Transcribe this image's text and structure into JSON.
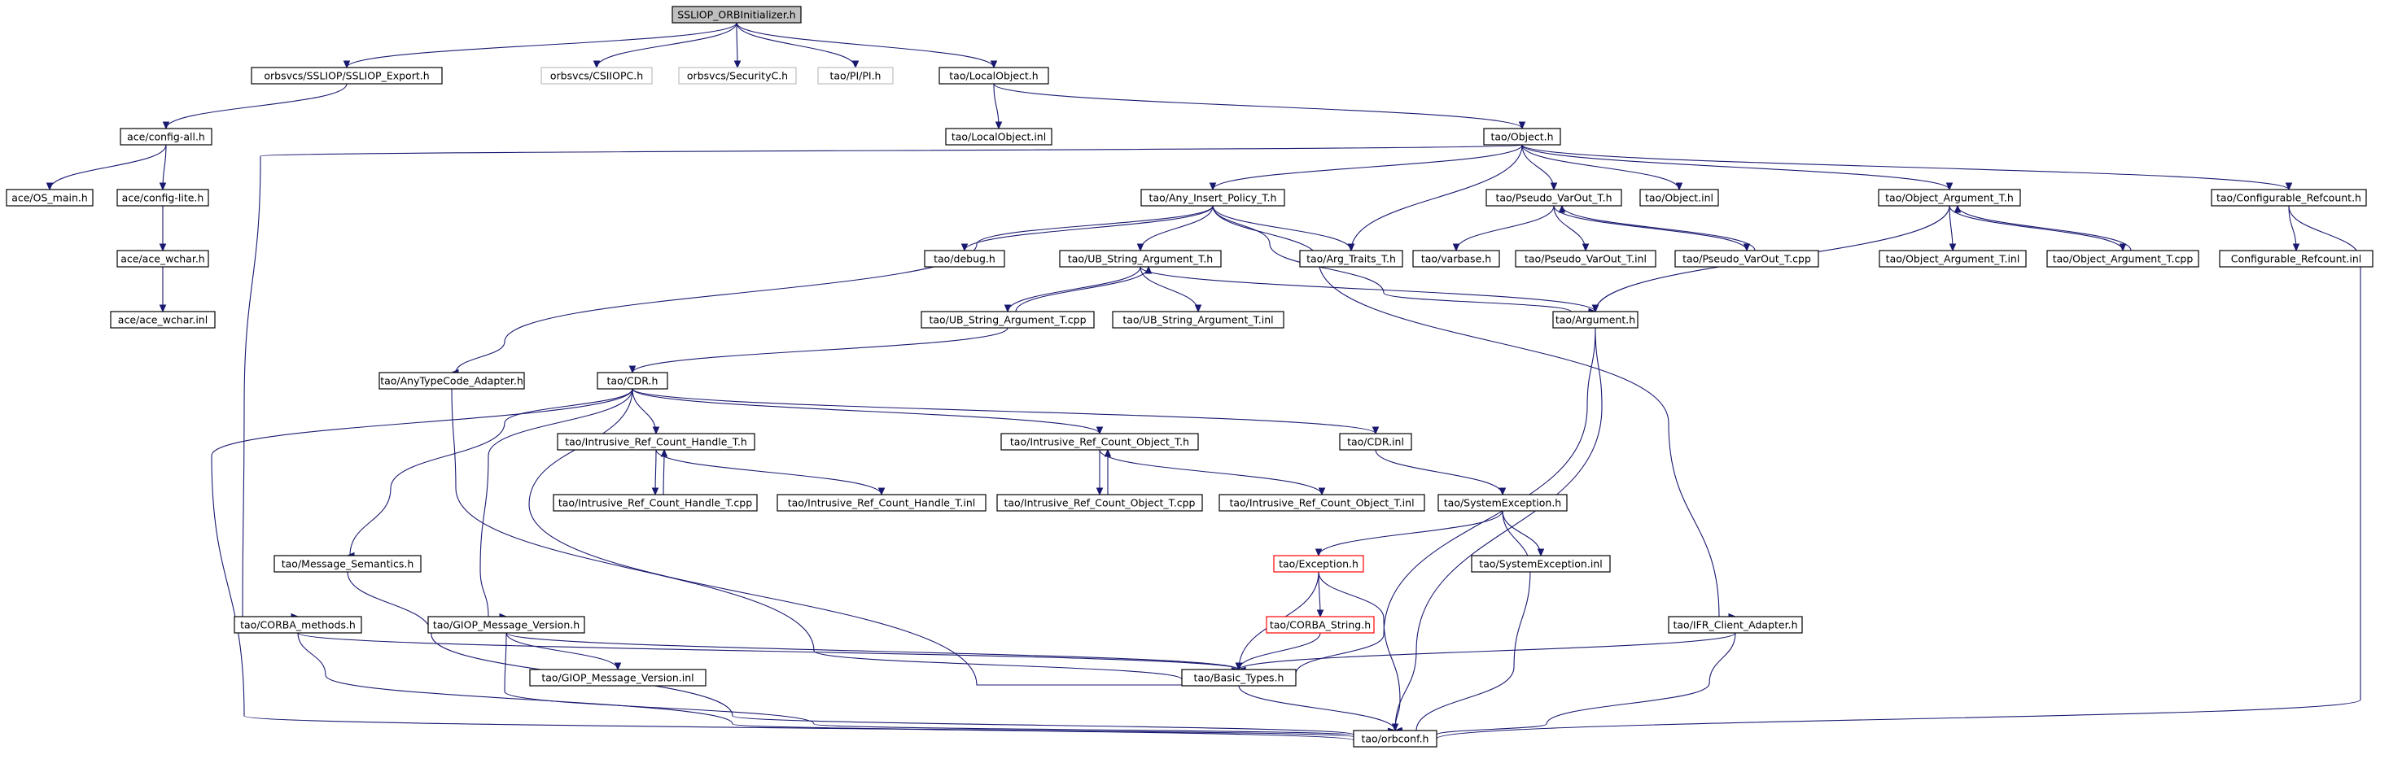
{
  "colors": {
    "edge": "#191970",
    "normal_border": "#000000",
    "missing_border": "#bfbfbf",
    "truncated_border": "#ff0000",
    "root_fill": "#bfbfbf",
    "fill": "#ffffff"
  },
  "nodes": [
    {
      "id": "root",
      "label": "SSLIOP_ORBInitializer.h",
      "kind": "root"
    },
    {
      "id": "ssliop_export",
      "label": "orbsvcs/SSLIOP/SSLIOP_Export.h",
      "kind": "normal"
    },
    {
      "id": "csiiopc",
      "label": "orbsvcs/CSIIOPC.h",
      "kind": "missing"
    },
    {
      "id": "securityc",
      "label": "orbsvcs/SecurityC.h",
      "kind": "missing"
    },
    {
      "id": "pi",
      "label": "tao/PI/PI.h",
      "kind": "missing"
    },
    {
      "id": "localobject_h",
      "label": "tao/LocalObject.h",
      "kind": "normal"
    },
    {
      "id": "config_all",
      "label": "ace/config-all.h",
      "kind": "normal"
    },
    {
      "id": "localobject_inl",
      "label": "tao/LocalObject.inl",
      "kind": "normal"
    },
    {
      "id": "object_h",
      "label": "tao/Object.h",
      "kind": "normal"
    },
    {
      "id": "os_main",
      "label": "ace/OS_main.h",
      "kind": "normal"
    },
    {
      "id": "config_lite",
      "label": "ace/config-lite.h",
      "kind": "normal"
    },
    {
      "id": "any_insert",
      "label": "tao/Any_Insert_Policy_T.h",
      "kind": "normal"
    },
    {
      "id": "pseudo_varout",
      "label": "tao/Pseudo_VarOut_T.h",
      "kind": "normal"
    },
    {
      "id": "object_inl",
      "label": "tao/Object.inl",
      "kind": "normal"
    },
    {
      "id": "object_arg",
      "label": "tao/Object_Argument_T.h",
      "kind": "normal"
    },
    {
      "id": "conf_refcount",
      "label": "tao/Configurable_Refcount.h",
      "kind": "normal"
    },
    {
      "id": "ace_wchar",
      "label": "ace/ace_wchar.h",
      "kind": "normal"
    },
    {
      "id": "debug",
      "label": "tao/debug.h",
      "kind": "normal"
    },
    {
      "id": "ub_string",
      "label": "tao/UB_String_Argument_T.h",
      "kind": "normal"
    },
    {
      "id": "arg_traits",
      "label": "tao/Arg_Traits_T.h",
      "kind": "normal"
    },
    {
      "id": "varbase",
      "label": "tao/varbase.h",
      "kind": "normal"
    },
    {
      "id": "pseudo_varout_inl",
      "label": "tao/Pseudo_VarOut_T.inl",
      "kind": "normal"
    },
    {
      "id": "pseudo_varout_cpp",
      "label": "tao/Pseudo_VarOut_T.cpp",
      "kind": "normal"
    },
    {
      "id": "object_arg_inl",
      "label": "tao/Object_Argument_T.inl",
      "kind": "normal"
    },
    {
      "id": "object_arg_cpp",
      "label": "tao/Object_Argument_T.cpp",
      "kind": "normal"
    },
    {
      "id": "conf_refcount_inl",
      "label": "Configurable_Refcount.inl",
      "kind": "normal"
    },
    {
      "id": "ace_wchar_inl",
      "label": "ace/ace_wchar.inl",
      "kind": "normal"
    },
    {
      "id": "ub_string_cpp",
      "label": "tao/UB_String_Argument_T.cpp",
      "kind": "normal"
    },
    {
      "id": "ub_string_inl",
      "label": "tao/UB_String_Argument_T.inl",
      "kind": "normal"
    },
    {
      "id": "argument",
      "label": "tao/Argument.h",
      "kind": "normal"
    },
    {
      "id": "anytypecode",
      "label": "tao/AnyTypeCode_Adapter.h",
      "kind": "normal"
    },
    {
      "id": "cdr_h",
      "label": "tao/CDR.h",
      "kind": "normal"
    },
    {
      "id": "irch_h",
      "label": "tao/Intrusive_Ref_Count_Handle_T.h",
      "kind": "normal"
    },
    {
      "id": "irco_h",
      "label": "tao/Intrusive_Ref_Count_Object_T.h",
      "kind": "normal"
    },
    {
      "id": "cdr_inl",
      "label": "tao/CDR.inl",
      "kind": "normal"
    },
    {
      "id": "irch_cpp",
      "label": "tao/Intrusive_Ref_Count_Handle_T.cpp",
      "kind": "normal"
    },
    {
      "id": "irch_inl",
      "label": "tao/Intrusive_Ref_Count_Handle_T.inl",
      "kind": "normal"
    },
    {
      "id": "irco_cpp",
      "label": "tao/Intrusive_Ref_Count_Object_T.cpp",
      "kind": "normal"
    },
    {
      "id": "irco_inl",
      "label": "tao/Intrusive_Ref_Count_Object_T.inl",
      "kind": "normal"
    },
    {
      "id": "sysexc_h",
      "label": "tao/SystemException.h",
      "kind": "normal"
    },
    {
      "id": "msg_sem",
      "label": "tao/Message_Semantics.h",
      "kind": "normal"
    },
    {
      "id": "exception",
      "label": "tao/Exception.h",
      "kind": "truncated"
    },
    {
      "id": "sysexc_inl",
      "label": "tao/SystemException.inl",
      "kind": "normal"
    },
    {
      "id": "corba_methods",
      "label": "tao/CORBA_methods.h",
      "kind": "normal"
    },
    {
      "id": "giop_msg",
      "label": "tao/GIOP_Message_Version.h",
      "kind": "normal"
    },
    {
      "id": "corba_string",
      "label": "tao/CORBA_String.h",
      "kind": "truncated"
    },
    {
      "id": "ifr_client",
      "label": "tao/IFR_Client_Adapter.h",
      "kind": "normal"
    },
    {
      "id": "giop_msg_inl",
      "label": "tao/GIOP_Message_Version.inl",
      "kind": "normal"
    },
    {
      "id": "basic_types",
      "label": "tao/Basic_Types.h",
      "kind": "normal"
    },
    {
      "id": "orbconf",
      "label": "tao/orbconf.h",
      "kind": "normal"
    }
  ],
  "edges": [
    [
      "root",
      "ssliop_export"
    ],
    [
      "root",
      "csiiopc"
    ],
    [
      "root",
      "securityc"
    ],
    [
      "root",
      "pi"
    ],
    [
      "root",
      "localobject_h"
    ],
    [
      "ssliop_export",
      "config_all"
    ],
    [
      "config_all",
      "os_main"
    ],
    [
      "config_all",
      "config_lite"
    ],
    [
      "config_lite",
      "ace_wchar"
    ],
    [
      "ace_wchar",
      "ace_wchar_inl"
    ],
    [
      "localobject_h",
      "localobject_inl"
    ],
    [
      "localobject_h",
      "object_h"
    ],
    [
      "object_h",
      "any_insert"
    ],
    [
      "object_h",
      "arg_traits"
    ],
    [
      "object_h",
      "pseudo_varout"
    ],
    [
      "object_h",
      "object_inl"
    ],
    [
      "object_h",
      "object_arg"
    ],
    [
      "object_h",
      "conf_refcount"
    ],
    [
      "object_h",
      "corba_methods"
    ],
    [
      "any_insert",
      "debug"
    ],
    [
      "any_insert",
      "ub_string"
    ],
    [
      "any_insert",
      "arg_traits"
    ],
    [
      "any_insert",
      "argument"
    ],
    [
      "any_insert",
      "anytypecode"
    ],
    [
      "any_insert",
      "ifr_client"
    ],
    [
      "pseudo_varout",
      "varbase"
    ],
    [
      "pseudo_varout",
      "pseudo_varout_inl"
    ],
    [
      "pseudo_varout",
      "pseudo_varout_cpp"
    ],
    [
      "pseudo_varout_cpp",
      "pseudo_varout"
    ],
    [
      "object_arg",
      "object_arg_inl"
    ],
    [
      "object_arg",
      "object_arg_cpp"
    ],
    [
      "object_arg_cpp",
      "object_arg"
    ],
    [
      "object_arg",
      "argument"
    ],
    [
      "conf_refcount",
      "conf_refcount_inl"
    ],
    [
      "conf_refcount",
      "orbconf"
    ],
    [
      "ub_string",
      "ub_string_cpp"
    ],
    [
      "ub_string_cpp",
      "ub_string"
    ],
    [
      "ub_string",
      "ub_string_inl"
    ],
    [
      "ub_string",
      "argument"
    ],
    [
      "ub_string_cpp",
      "cdr_h"
    ],
    [
      "argument",
      "basic_types"
    ],
    [
      "argument",
      "orbconf"
    ],
    [
      "anytypecode",
      "basic_types"
    ],
    [
      "cdr_h",
      "irch_h"
    ],
    [
      "cdr_h",
      "irco_h"
    ],
    [
      "cdr_h",
      "cdr_inl"
    ],
    [
      "cdr_h",
      "msg_sem"
    ],
    [
      "cdr_h",
      "giop_msg"
    ],
    [
      "cdr_h",
      "basic_types"
    ],
    [
      "cdr_h",
      "orbconf"
    ],
    [
      "irch_h",
      "irch_cpp"
    ],
    [
      "irch_cpp",
      "irch_h"
    ],
    [
      "irch_h",
      "irch_inl"
    ],
    [
      "irco_h",
      "irco_cpp"
    ],
    [
      "irco_cpp",
      "irco_h"
    ],
    [
      "irco_h",
      "irco_inl"
    ],
    [
      "cdr_inl",
      "sysexc_h"
    ],
    [
      "sysexc_h",
      "exception"
    ],
    [
      "sysexc_h",
      "sysexc_inl"
    ],
    [
      "sysexc_h",
      "orbconf"
    ],
    [
      "exception",
      "corba_string"
    ],
    [
      "exception",
      "basic_types"
    ],
    [
      "exception",
      "orbconf"
    ],
    [
      "corba_string",
      "basic_types"
    ],
    [
      "msg_sem",
      "orbconf"
    ],
    [
      "corba_methods",
      "basic_types"
    ],
    [
      "corba_methods",
      "orbconf"
    ],
    [
      "giop_msg",
      "giop_msg_inl"
    ],
    [
      "giop_msg",
      "basic_types"
    ],
    [
      "giop_msg",
      "orbconf"
    ],
    [
      "ifr_client",
      "basic_types"
    ],
    [
      "ifr_client",
      "orbconf"
    ],
    [
      "basic_types",
      "orbconf"
    ]
  ]
}
